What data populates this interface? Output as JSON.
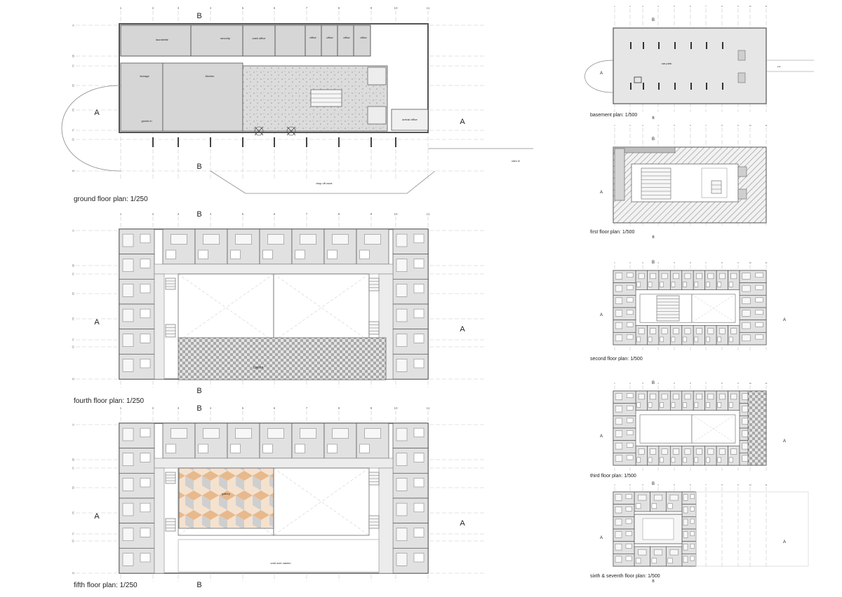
{
  "colors": {
    "wall": "#555555",
    "service_fill": "#d6d6d6",
    "grid": "#c8c8c8",
    "hatch": "#9a9a9a",
    "accent_floor": "#e9c9a8",
    "text": "#222222"
  },
  "grid_columns": [
    "1",
    "2",
    "3",
    "4",
    "5",
    "6",
    "7",
    "8",
    "9",
    "10",
    "11"
  ],
  "grid_rows": [
    "A",
    "B",
    "C",
    "D",
    "E",
    "F",
    "G",
    "H"
  ],
  "section_marks": {
    "a": "A",
    "b": "B"
  },
  "plans": {
    "ground": {
      "caption": "ground floor plan: 1/250",
      "rooms": {
        "laundrette": "laundrette",
        "security": "security",
        "cash_office": "cash office",
        "office": "office",
        "storage": "storage",
        "kitchen": "kitchen",
        "goods_in": "goods in",
        "arrival_office": "arrival office",
        "drop_off": "drop off zone",
        "cars_in": "cars in"
      }
    },
    "fourth": {
      "caption": "fourth floor plan: 1/250",
      "label": "casino"
    },
    "fifth": {
      "caption": "fifth floor plan: 1/250",
      "label": "gallery",
      "void_label": "void over casino"
    },
    "basement": {
      "caption": "basement plan: 1/500",
      "car_park": "car park",
      "exit": "exit"
    },
    "first": {
      "caption": "first floor plan: 1/500"
    },
    "second": {
      "caption": "second floor plan: 1/500"
    },
    "third": {
      "caption": "third floor plan: 1/500"
    },
    "sixth_seventh": {
      "caption": "sixth & seventh floor plan: 1/500"
    }
  }
}
